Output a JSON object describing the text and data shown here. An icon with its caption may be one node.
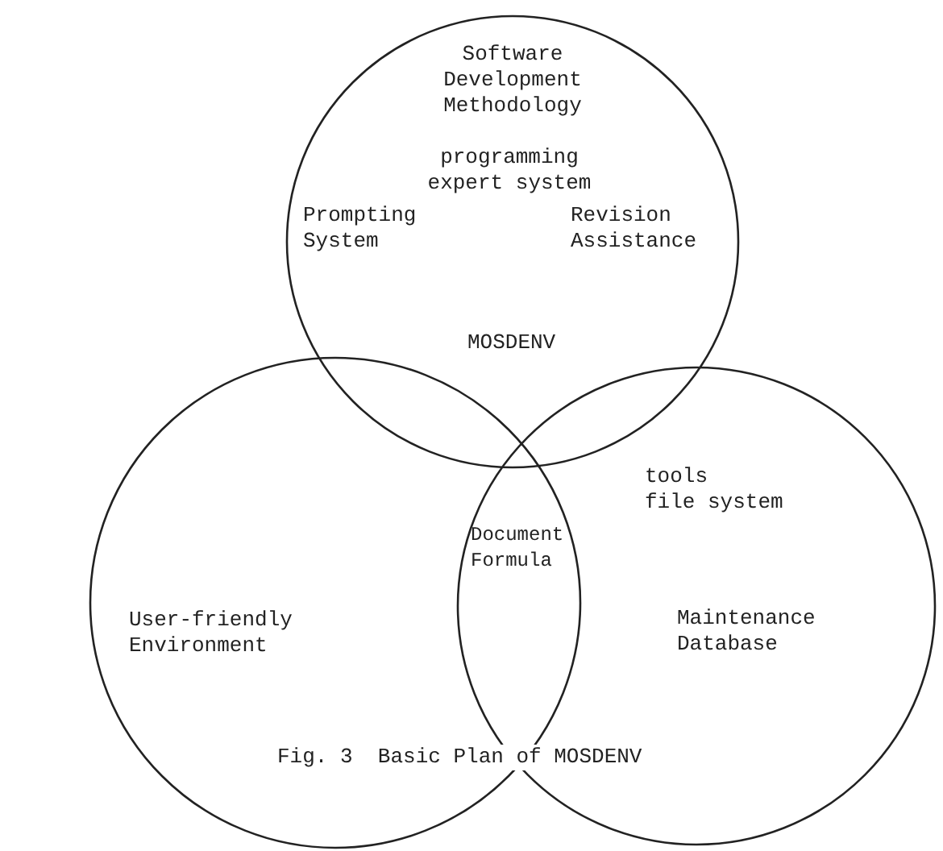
{
  "diagram": {
    "caption": "Fig. 3  Basic Plan of MOSDENV",
    "nodes": [
      {
        "text": [
          "Software Development Methodology",
          "programming expert system"
        ]
      },
      {
        "text": [
          "User-friendly Environment"
        ]
      },
      {
        "text": [
          "tools",
          "file system",
          "Maintenance Database"
        ]
      }
    ],
    "labels": [
      "Prompting System",
      "Revision Assistance",
      "MOSDENV",
      "Document Formula"
    ]
  }
}
